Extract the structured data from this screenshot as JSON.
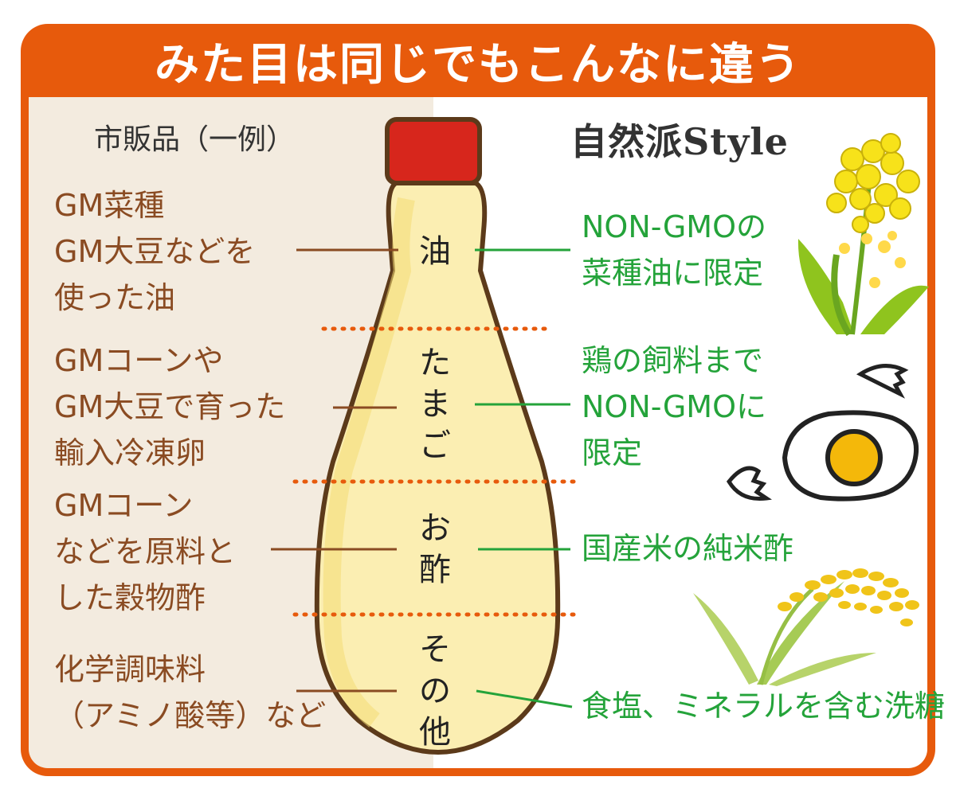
{
  "title": "みた目は同じでもこんなに違う",
  "left_heading": "市販品（一例）",
  "right_heading": "自然派Style",
  "bottle_labels": {
    "oil": "油",
    "egg": [
      "た",
      "ま",
      "ご"
    ],
    "vinegar": [
      "お",
      "酢"
    ],
    "other": [
      "そ",
      "の",
      "他"
    ]
  },
  "left_items": [
    [
      "GM菜種",
      "GM大豆などを",
      "使った油"
    ],
    [
      "GMコーンや",
      "GM大豆で育った",
      "輸入冷凍卵"
    ],
    [
      "GMコーン",
      "などを原料と",
      "した穀物酢"
    ],
    [
      "化学調味料",
      "（アミノ酸等）など"
    ]
  ],
  "right_items": [
    [
      "NON-GMOの",
      "菜種油に限定"
    ],
    [
      "鶏の飼料まで",
      "NON-GMOに",
      "限定"
    ],
    [
      "国産米の純米酢"
    ],
    [
      "食塩、ミネラルを含む洗糖"
    ]
  ],
  "colors": {
    "frame": "#e75a0c",
    "left_panel": "#f3ebdf",
    "left_text": "#8a4b22",
    "right_text": "#24a33a",
    "bottle": "#fbeeb2",
    "cap": "#d7261c"
  },
  "icons": [
    "canola-flower-icon",
    "cracked-egg-icon",
    "rice-plant-icon"
  ]
}
